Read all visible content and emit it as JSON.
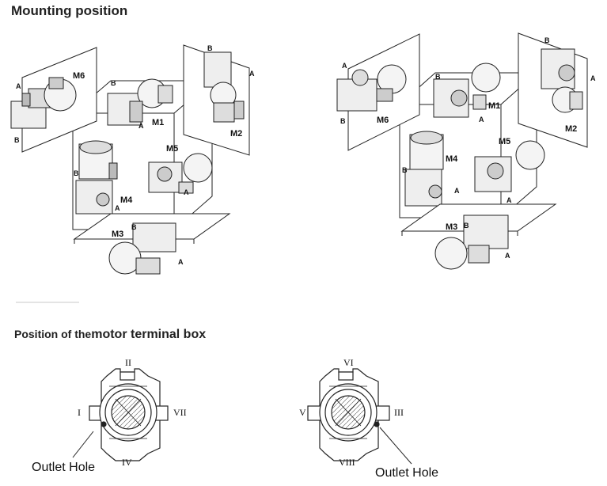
{
  "headings": {
    "mounting": "Mounting position",
    "terminal_box_prefix": "Position of the",
    "terminal_box_rest": "motor  terminal box"
  },
  "left_diagram": {
    "positions": [
      "M1",
      "M2",
      "M3",
      "M4",
      "M5",
      "M6"
    ],
    "axis_a": "A",
    "axis_b": "B"
  },
  "right_diagram": {
    "positions": [
      "M1",
      "M2",
      "M3",
      "M4",
      "M5",
      "M6"
    ],
    "axis_a": "A",
    "axis_b": "B"
  },
  "terminal_left": {
    "top": "II",
    "left": "I",
    "right": "VII",
    "bottom": "IV",
    "outlet_label": "Outlet Hole"
  },
  "terminal_right": {
    "top": "VI",
    "left": "V",
    "right": "III",
    "bottom": "VIII",
    "outlet_label": "Outlet Hole"
  }
}
